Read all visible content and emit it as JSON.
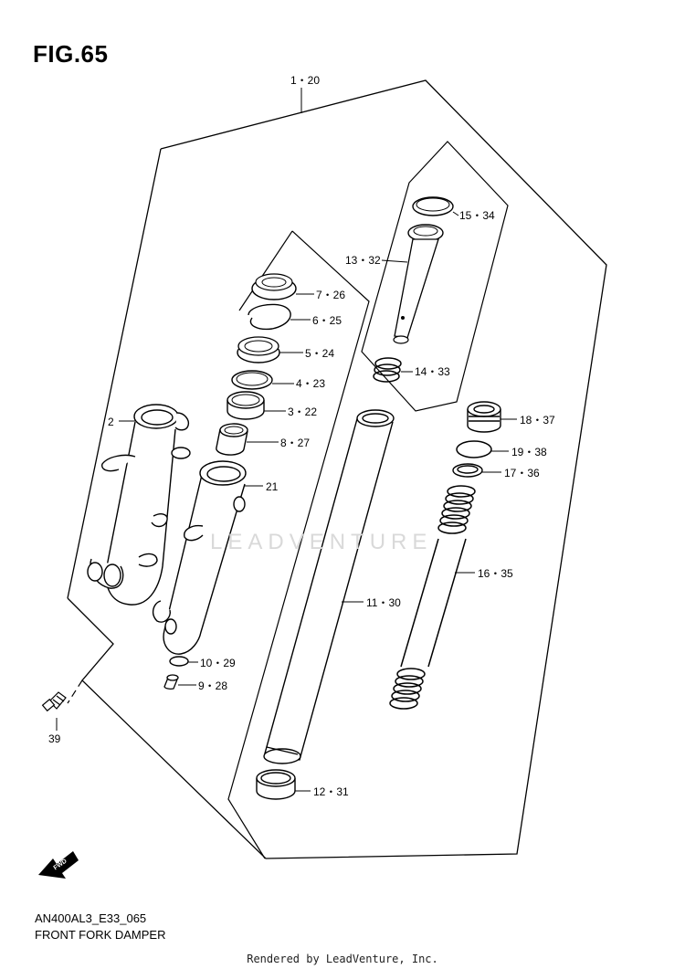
{
  "figure": {
    "title": "FIG.65",
    "model_code": "AN400AL3_E33_065",
    "name": "FRONT FORK DAMPER",
    "rendered_by": "Rendered by LeadVenture, Inc.",
    "watermark": "LEADVENTURE"
  },
  "callouts": {
    "c1_20": "1・20",
    "c15_34": "15・34",
    "c13_32": "13・32",
    "c7_26": "7・26",
    "c6_25": "6・25",
    "c5_24": "5・24",
    "c4_23": "4・23",
    "c3_22": "3・22",
    "c8_27": "8・27",
    "c14_33": "14・33",
    "c18_37": "18・37",
    "c19_38": "19・38",
    "c17_36": "17・36",
    "c2": "2",
    "c21": "21",
    "c16_35": "16・35",
    "c11_30": "11・30",
    "c10_29": "10・29",
    "c9_28": "9・28",
    "c39": "39",
    "c12_31": "12・31"
  },
  "icons": {
    "fwd_arrow": "fwd-arrow-icon",
    "fwd_label": "FWD"
  }
}
